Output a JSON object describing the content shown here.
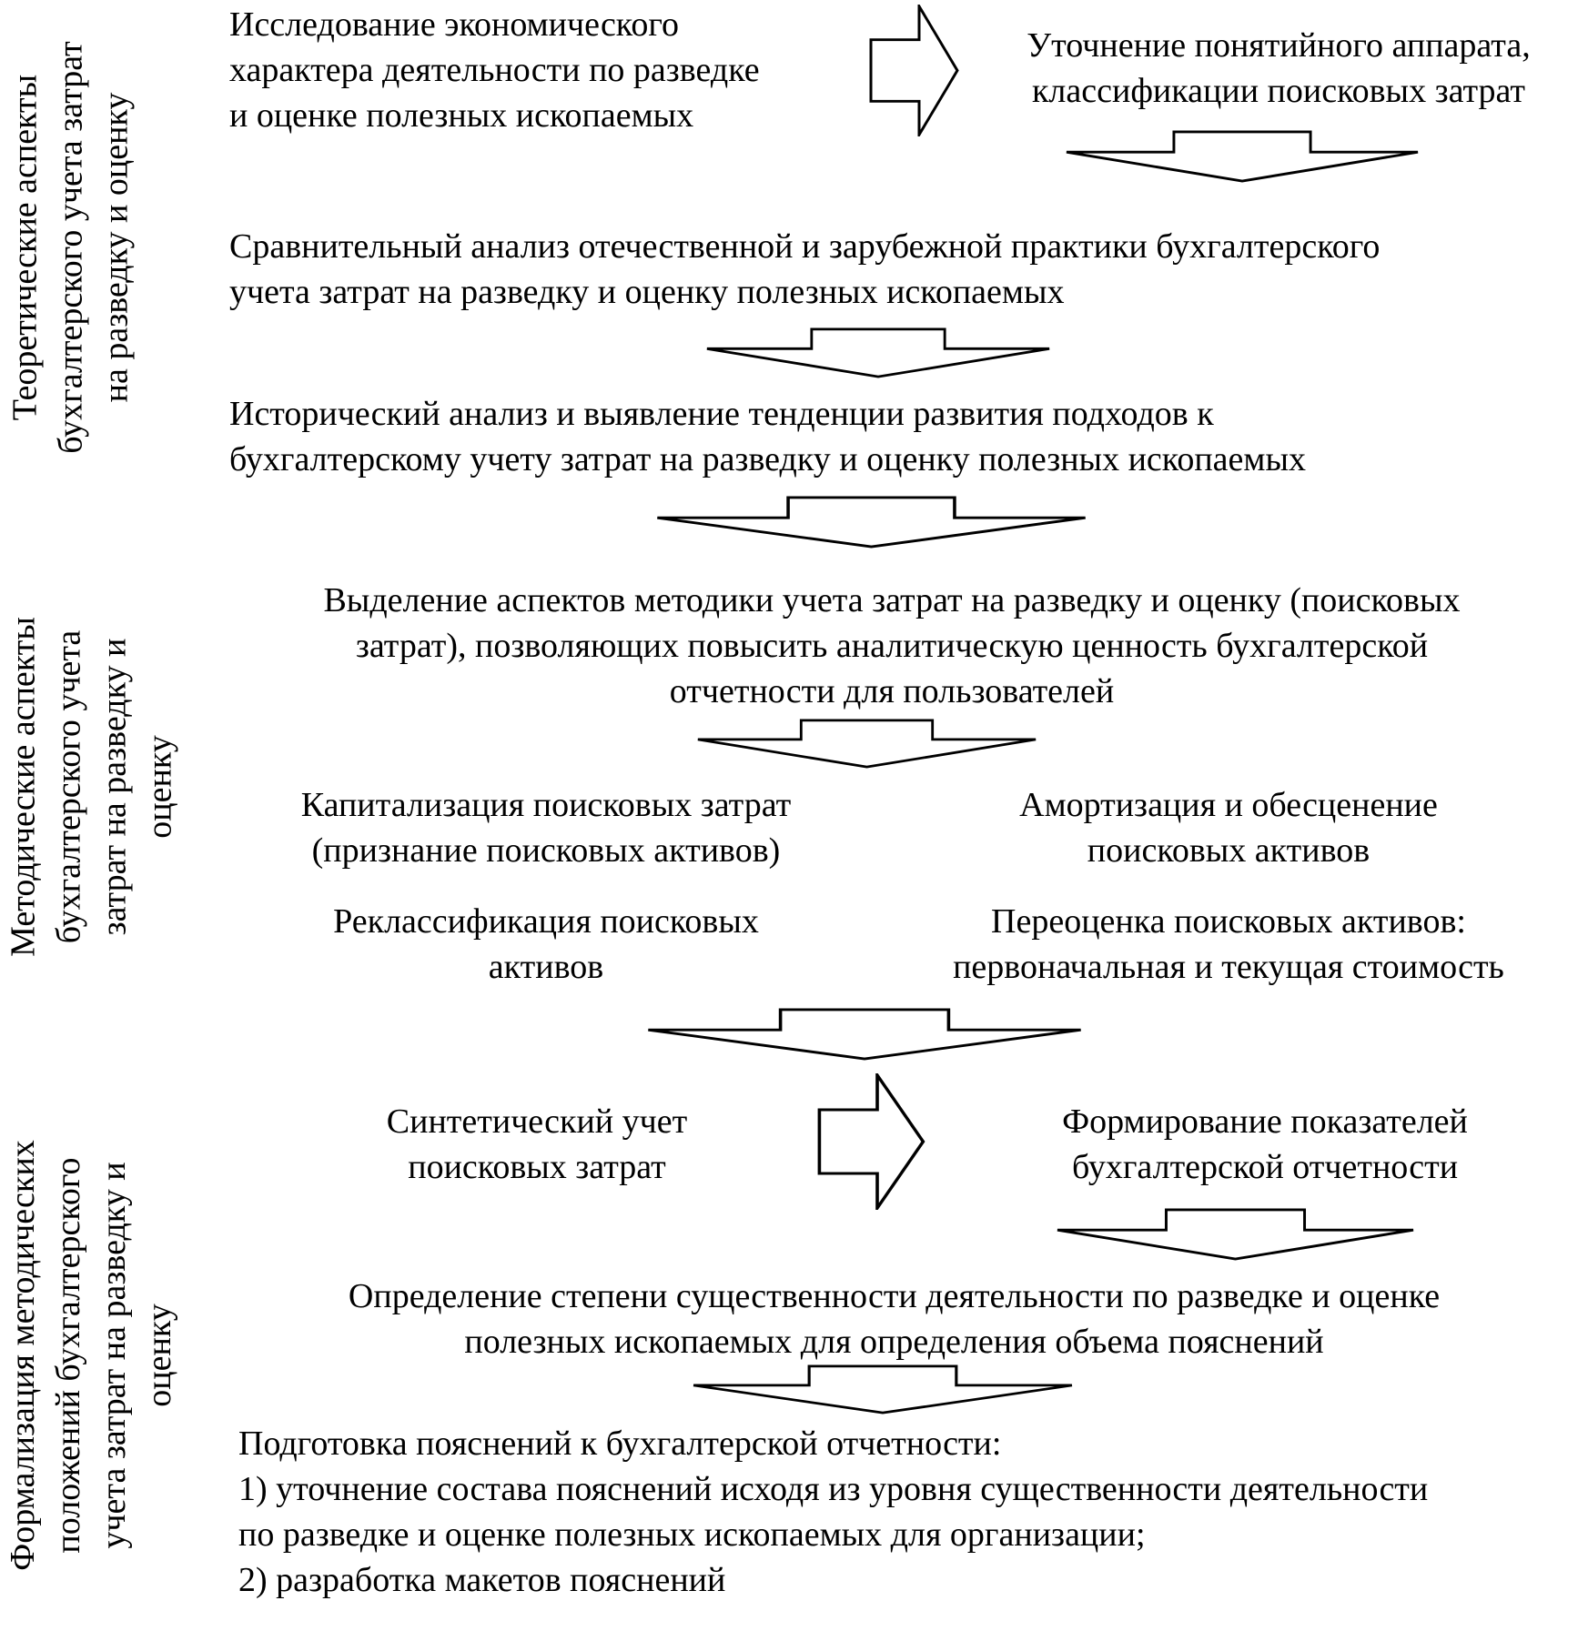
{
  "colors": {
    "background": "#ffffff",
    "text": "#000000",
    "arrow_outline": "#000000",
    "arrow_fill": "#ffffff"
  },
  "icons": {
    "down_arrow": "block-arrow-down-outline",
    "right_arrow": "block-arrow-right-outline"
  },
  "side_labels": {
    "theoretical": "Теоретические аспекты\nбухгалтерского учета затрат\nна разведку и оценку",
    "methodical": "Методические аспекты\nбухгалтерского учета\nзатрат на разведку и\nоценку",
    "formalization": "Формализация методических\nположений бухгалтерского\nучета затрат на разведку и\nоценку"
  },
  "blocks": {
    "research": "Исследование экономического\nхарактера деятельности по разведке\nи оценке полезных ископаемых",
    "clarification": "Уточнение понятийного аппарата,\nклассификации поисковых затрат",
    "comparative": "Сравнительный анализ отечественной и зарубежной практики бухгалтерского\nучета затрат на разведку и оценку полезных ископаемых",
    "historical": "Исторический анализ и выявление тенденции развития подходов к\nбухгалтерскому учету затрат на разведку и оценку полезных ископаемых",
    "aspects": "Выделение аспектов методики учета затрат на разведку и оценку (поисковых\nзатрат), позволяющих повысить аналитическую ценность бухгалтерской\nотчетности для пользователей",
    "capitalization": "Капитализация поисковых затрат\n(признание поисковых активов)",
    "amortization": "Амортизация и обесценение\nпоисковых активов",
    "reclassification": "Реклассификация поисковых\nактивов",
    "revaluation": "Переоценка поисковых активов:\nпервоначальная и текущая стоимость",
    "synthetic": "Синтетический учет\nпоисковых затрат",
    "reporting": "Формирование показателей\nбухгалтерской отчетности",
    "materiality": "Определение степени существенности деятельности по разведке и оценке\nполезных ископаемых для определения объема пояснений",
    "notes": "Подготовка пояснений к бухгалтерской отчетности:\n1) уточнение состава пояснений исходя из уровня существенности деятельности\nпо разведке и оценке полезных ископаемых для организации;\n2) разработка макетов пояснений"
  }
}
